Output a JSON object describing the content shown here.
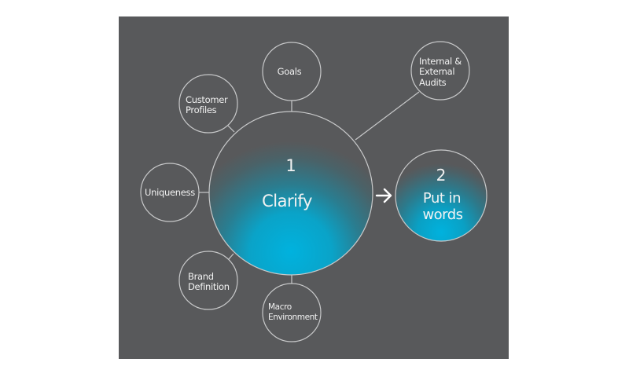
{
  "colors": {
    "background": "#ffffff",
    "panel": "#58595b",
    "stroke": "#c8c9ca",
    "text": "#f2f2f2",
    "accent": "#00b2de",
    "accent_mid": "#1c8fa8",
    "accent_dim": "#3f6e7a"
  },
  "main_node": {
    "number": "1",
    "label": "Clarify"
  },
  "next_node": {
    "number": "2",
    "label_lines": [
      "Put in",
      "words"
    ]
  },
  "arrow_icon": "arrow-right-icon",
  "satellites": [
    {
      "id": "goals",
      "lines": [
        "Goals"
      ]
    },
    {
      "id": "internal-external-audits",
      "lines": [
        "Internal &",
        "External",
        "Audits"
      ]
    },
    {
      "id": "customer-profiles",
      "lines": [
        "Customer",
        "Profiles"
      ]
    },
    {
      "id": "uniqueness",
      "lines": [
        "Uniqueness"
      ]
    },
    {
      "id": "brand-definition",
      "lines": [
        "Brand",
        "Definition"
      ]
    },
    {
      "id": "macro-environment",
      "lines": [
        "Macro",
        "Environment"
      ]
    }
  ]
}
